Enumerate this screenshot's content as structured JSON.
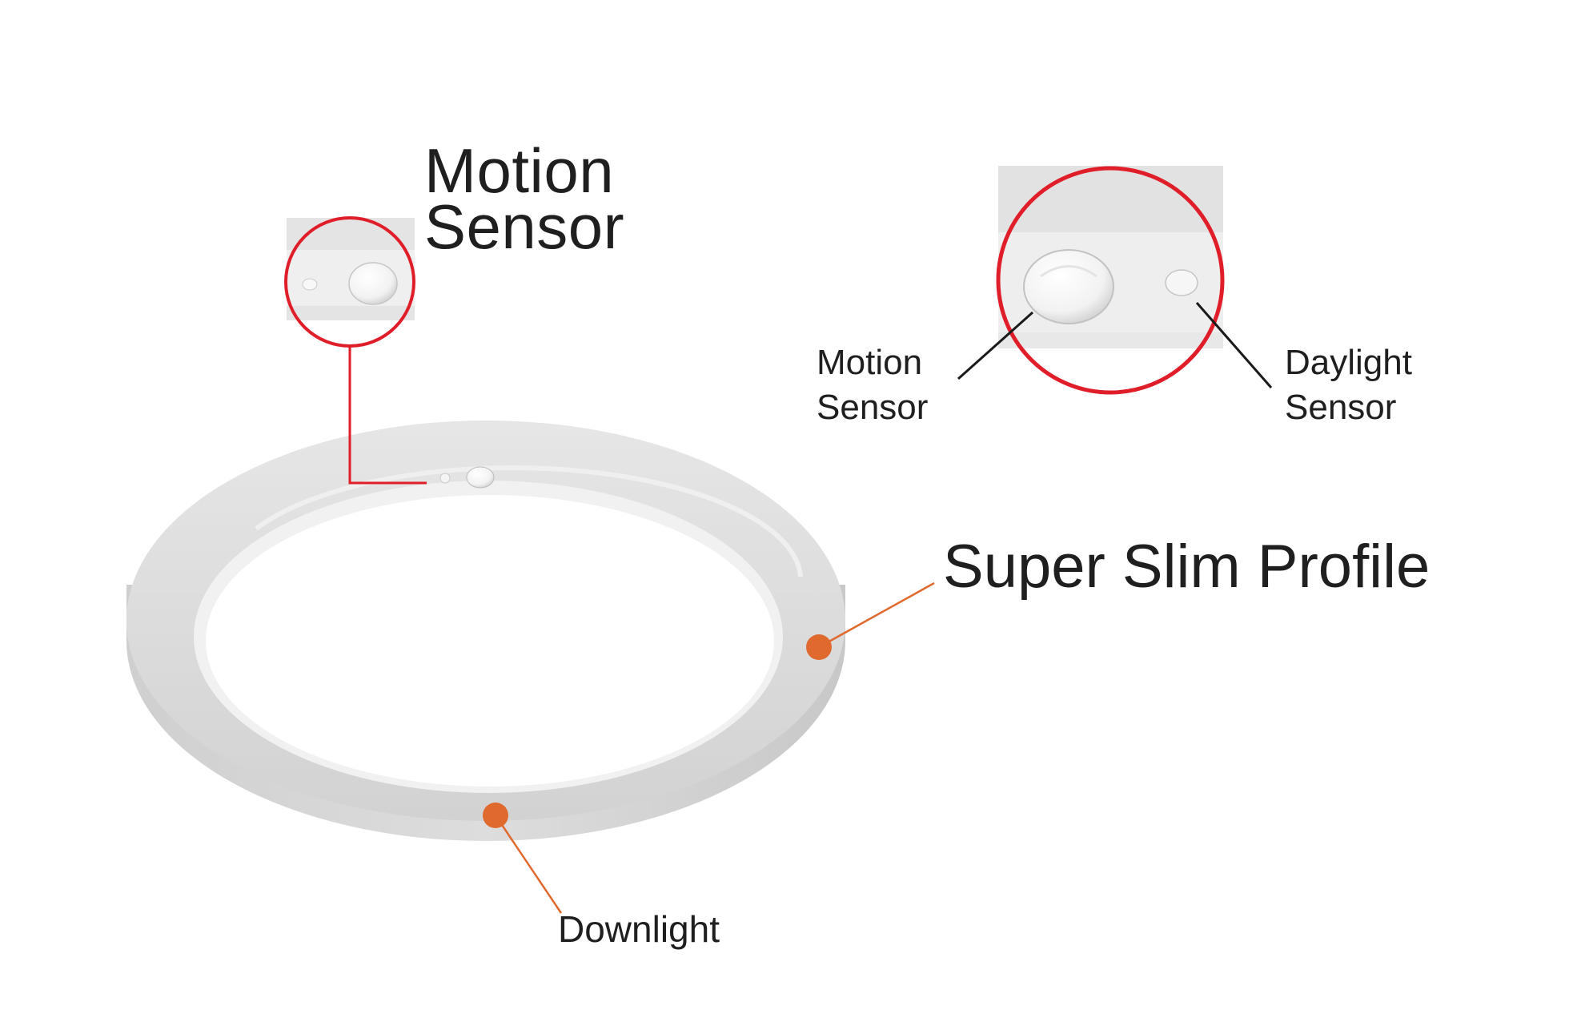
{
  "labels": {
    "motion_sensor_main": {
      "line1": "Motion",
      "line2": "Sensor"
    },
    "motion_sensor_detail": {
      "line1": "Motion",
      "line2": "Sensor"
    },
    "daylight_sensor_detail": {
      "line1": "Daylight",
      "line2": "Sensor"
    },
    "super_slim_profile": "Super Slim Profile",
    "downlight": "Downlight"
  },
  "colors": {
    "highlight_circle": "#e01e2a",
    "callout_orange": "#e0692e",
    "leader_dark": "#1a1a1a",
    "fixture_gray": "#dedede",
    "panel_white": "#ffffff"
  }
}
